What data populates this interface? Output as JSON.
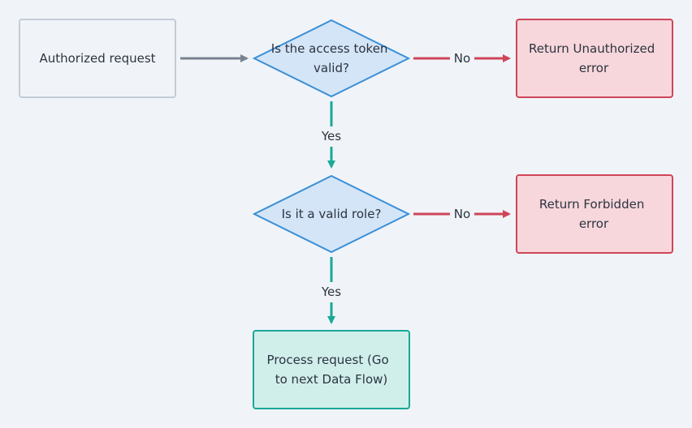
{
  "colors": {
    "background": "#f0f4f8",
    "neutral_fill": "#f0f4f8",
    "neutral_stroke": "#c3cbd6",
    "decision_fill": "#d3e5f7",
    "decision_stroke": "#3a8fd6",
    "error_fill": "#f7d7dc",
    "error_stroke": "#cf4558",
    "success_fill": "#d0efeb",
    "success_stroke": "#1aa897",
    "edge_gray": "#77828f",
    "edge_red": "#cf4558",
    "edge_teal": "#1aa897",
    "text": "#2d3340"
  },
  "nodes": {
    "start": {
      "lines": [
        "Authorized request"
      ]
    },
    "token_check": {
      "lines": [
        "Is the access token",
        "valid?"
      ]
    },
    "unauthorized": {
      "lines": [
        "Return Unauthorized",
        "error"
      ]
    },
    "role_check": {
      "lines": [
        "Is it a valid role?"
      ]
    },
    "forbidden": {
      "lines": [
        "Return Forbidden",
        "error"
      ]
    },
    "process": {
      "lines": [
        "Process request (Go",
        "to next Data Flow)"
      ]
    }
  },
  "edges": {
    "token_no": "No",
    "token_yes": "Yes",
    "role_no": "No",
    "role_yes": "Yes"
  }
}
